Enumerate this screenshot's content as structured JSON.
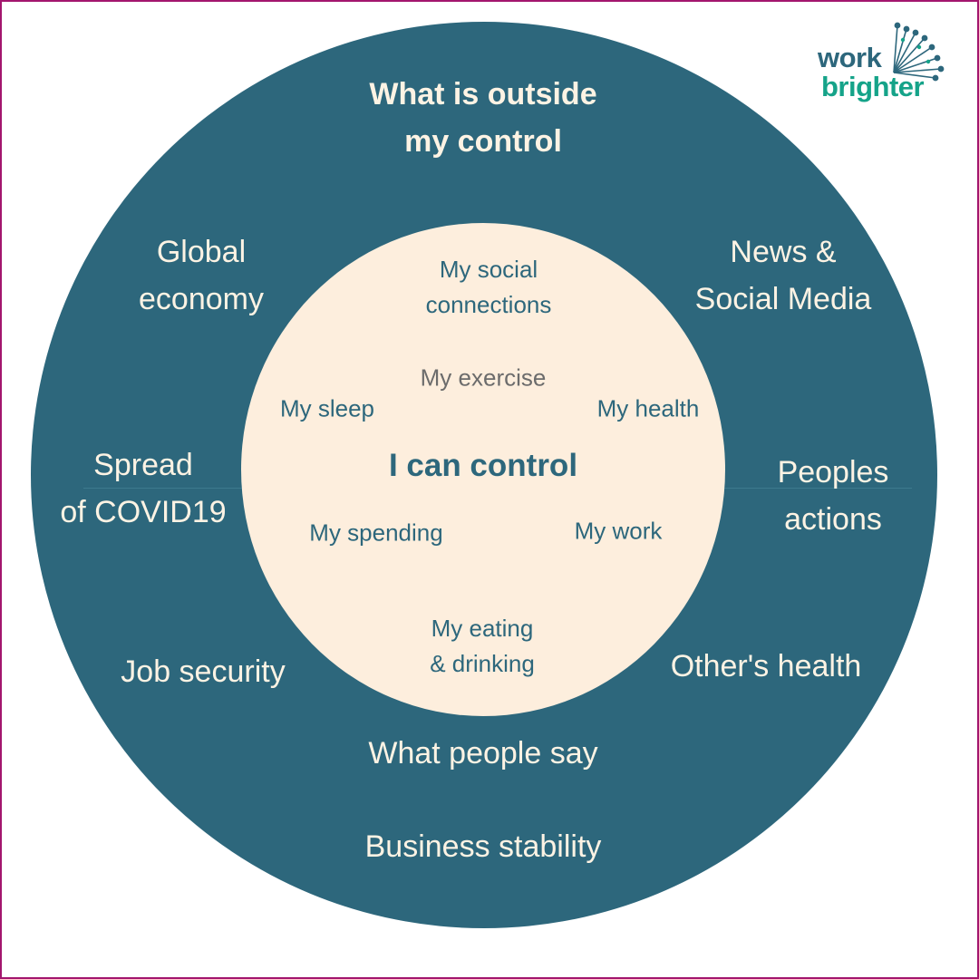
{
  "outer": {
    "title": "What is outside\nmy control",
    "items": [
      "Global\neconomy",
      "News &\nSocial Media",
      "Spread\nof COVID19",
      "Peoples\nactions",
      "Job security",
      "Other's health",
      "What people say",
      "Business stability"
    ]
  },
  "inner": {
    "title": "I can control",
    "items": [
      "My social\nconnections",
      "My exercise",
      "My sleep",
      "My health",
      "My spending",
      "My work",
      "My eating\n& drinking"
    ]
  },
  "logo": {
    "line1": "work",
    "line2": "brighter"
  },
  "colors": {
    "outer_circle": "#2d677c",
    "inner_circle": "#fdeedd",
    "outer_text": "#fdf3e4",
    "inner_text": "#2d677c",
    "frame_border": "#a3166e",
    "logo_work": "#2d677c",
    "logo_brighter": "#15a389"
  }
}
